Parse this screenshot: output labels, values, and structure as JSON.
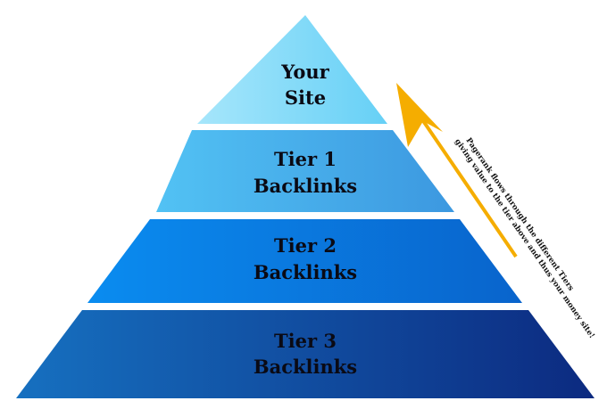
{
  "tiers": [
    {
      "line1": "Your",
      "line2": "Site",
      "color_left": "#a6e6fb",
      "color_right": "#66d0f6"
    },
    {
      "line1": "Tier 1",
      "line2": "Backlinks",
      "color_left": "#52c2f4",
      "color_right": "#3c98e0"
    },
    {
      "line1": "Tier 2",
      "line2": "Backlinks",
      "color_left": "#0a8cf0",
      "color_right": "#0964cc"
    },
    {
      "line1": "Tier 3",
      "line2": "Backlinks",
      "color_left": "#1670c0",
      "color_right": "#0c2a80"
    }
  ],
  "annotation": {
    "line1": "Pagerank flows through the different Tiers",
    "line2": "giving value to the tier above and thus your money site!",
    "arrow_color": "#f5ad00",
    "arrow_icon": "arrow-up-icon"
  }
}
